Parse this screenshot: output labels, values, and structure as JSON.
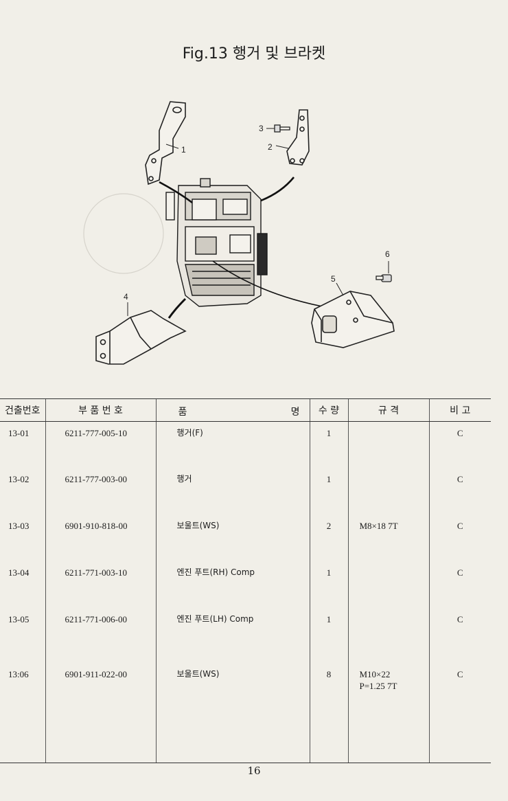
{
  "title": "Fig.13  행거 및 브라켓",
  "diagram_labels": [
    "1",
    "2",
    "3",
    "4",
    "5",
    "6"
  ],
  "table": {
    "headers": {
      "no": "건출번호",
      "part_no": "부 품 번 호",
      "name_left": "품",
      "name_right": "명",
      "qty": "수 량",
      "spec": "규    격",
      "remarks": "비    고"
    },
    "rows": [
      {
        "no": "13-01",
        "part_no": "6211-777-005-10",
        "name": "행거(F)",
        "qty": "1",
        "spec": "",
        "spec2": "",
        "remark": "C"
      },
      {
        "no": "13-02",
        "part_no": "6211-777-003-00",
        "name": "행거",
        "qty": "1",
        "spec": "",
        "spec2": "",
        "remark": "C"
      },
      {
        "no": "13-03",
        "part_no": "6901-910-818-00",
        "name": "보울트(WS)",
        "qty": "2",
        "spec": "M8×18 7T",
        "spec2": "",
        "remark": "C"
      },
      {
        "no": "13-04",
        "part_no": "6211-771-003-10",
        "name": "엔진 푸트(RH) Comp",
        "qty": "1",
        "spec": "",
        "spec2": "",
        "remark": "C"
      },
      {
        "no": "13-05",
        "part_no": "6211-771-006-00",
        "name": "엔진 푸트(LH) Comp",
        "qty": "1",
        "spec": "",
        "spec2": "",
        "remark": "C"
      },
      {
        "no": "13:06",
        "part_no": "6901-911-022-00",
        "name": "보울트(WS)",
        "qty": "8",
        "spec": "M10×22",
        "spec2": "P=1.25  7T",
        "remark": "C"
      }
    ]
  },
  "page_number": "16"
}
